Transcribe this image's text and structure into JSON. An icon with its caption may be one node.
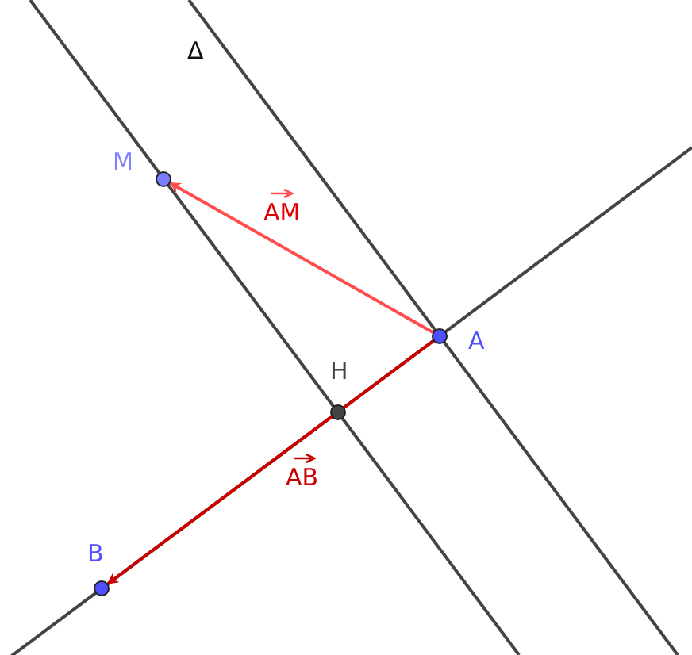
{
  "diagram": {
    "nodes": [
      {
        "text": [],
        "shape": "circle",
        "beside": [
          "M"
        ]
      },
      {
        "text": [],
        "shape": "circle",
        "beside": [
          "A"
        ]
      },
      {
        "text": [],
        "shape": "circle",
        "beside": [
          "H"
        ]
      },
      {
        "text": [],
        "shape": "circle",
        "beside": [
          "B"
        ]
      }
    ],
    "edges": [
      {
        "from": 1,
        "to": 0,
        "arrow": "to",
        "label": "AM",
        "color": "#ff4d4d"
      },
      {
        "from": 1,
        "to": 3,
        "arrow": "to",
        "label": "AB",
        "color": "#cc0000"
      }
    ],
    "labels": [
      "Δ"
    ]
  }
}
